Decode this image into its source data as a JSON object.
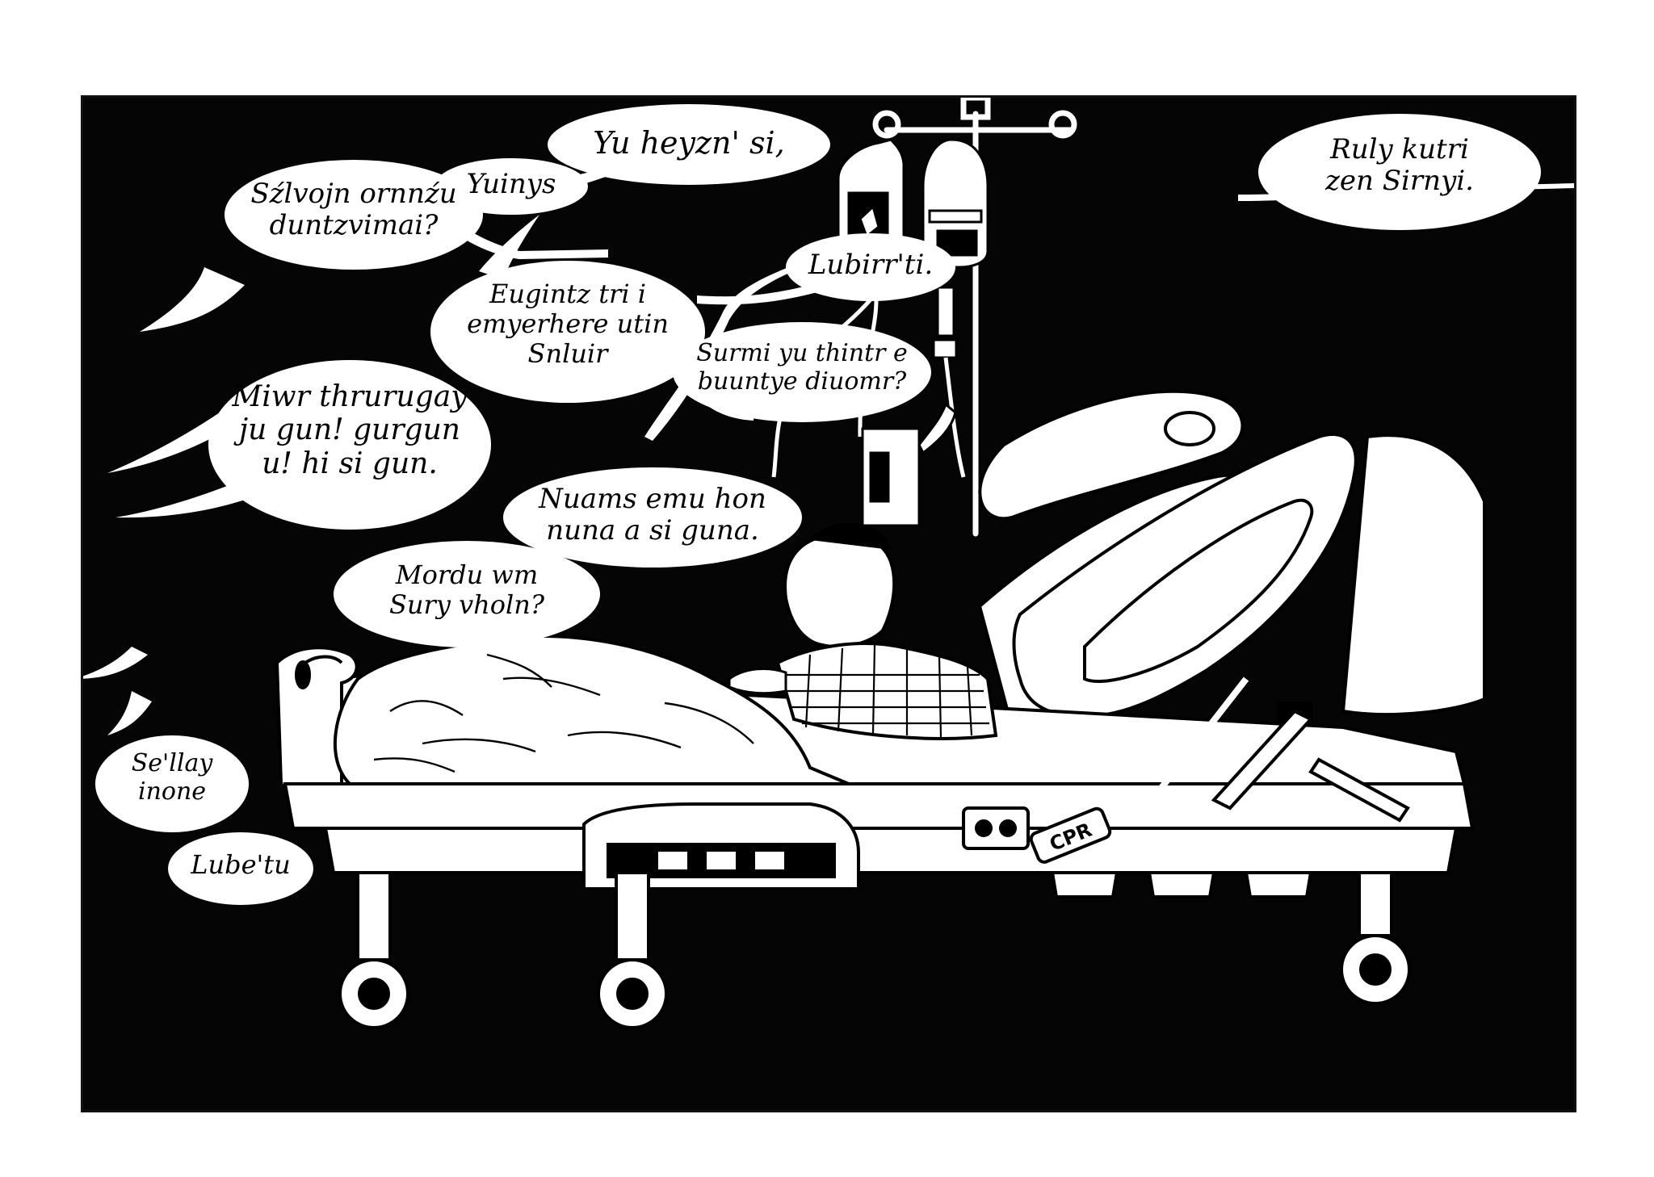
{
  "panel": {
    "bed_label": "CPR",
    "bubbles": [
      {
        "id": "b1",
        "text": "Sźlvojn ornnźu\nduntzvimai?"
      },
      {
        "id": "b2",
        "text": "Yuinys"
      },
      {
        "id": "b3",
        "text": "Yu heyzn' si,"
      },
      {
        "id": "b4",
        "text": "Lubirr'ti."
      },
      {
        "id": "b5",
        "text": "Ruly kutri\nzen Sirnyi."
      },
      {
        "id": "b6",
        "text": "Eugintz tri i\nemyerhere utin\nSnluir"
      },
      {
        "id": "b7",
        "text": "Surmi yu thintr e\nbuuntye diuomr?"
      },
      {
        "id": "b8",
        "text": "Miwr thrurugay\nju gun! gurgun\nu! hi si gun."
      },
      {
        "id": "b9",
        "text": "Nuams emu hon\nnuna a si guna."
      },
      {
        "id": "b10",
        "text": "Mordu wm\nSury vholn?"
      },
      {
        "id": "b11",
        "text": "Se'llay\ninone"
      },
      {
        "id": "b12",
        "text": "Lube'tu"
      }
    ]
  }
}
